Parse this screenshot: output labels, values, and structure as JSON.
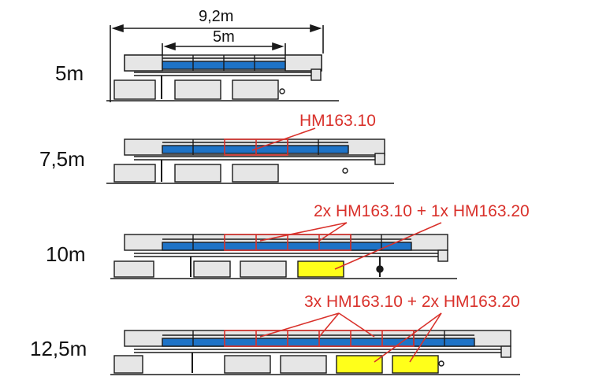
{
  "dimensions": {
    "total": "9,2m",
    "inner": "5m"
  },
  "rows": [
    {
      "label": "5m",
      "extensions_10": 0,
      "extensions_20": 0,
      "callout": ""
    },
    {
      "label": "7,5m",
      "extensions_10": 1,
      "extensions_20": 0,
      "callout": "HM163.10"
    },
    {
      "label": "10m",
      "extensions_10": 2,
      "extensions_20": 1,
      "callout": "2x HM163.10 + 1x HM163.20"
    },
    {
      "label": "12,5m",
      "extensions_10": 3,
      "extensions_20": 2,
      "callout": "3x HM163.10 + 2x HM163.20"
    }
  ],
  "colors": {
    "frame": "#1a1a1a",
    "blue_beam": "#1e73c7",
    "extension_outline": "#d9312b",
    "callout_text": "#d9312b",
    "grey_block": "#e6e6e6",
    "yellow_block": "#ffff1a"
  }
}
